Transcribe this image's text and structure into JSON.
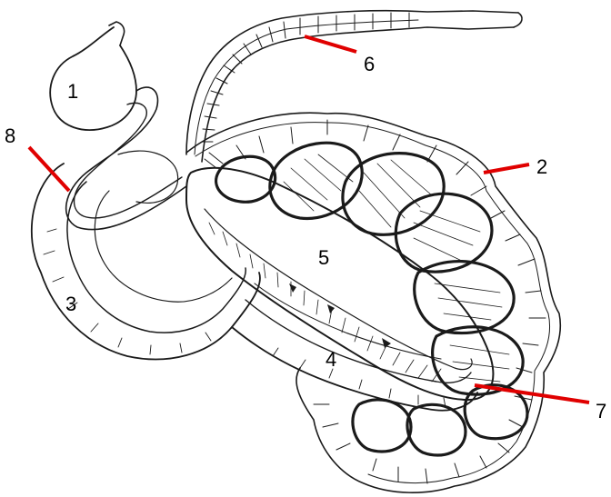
{
  "figure": {
    "background": "#ffffff",
    "ink_color": "#1a1a1a",
    "pointer_color": "#e00000",
    "labels": [
      {
        "id": "label-1",
        "text": "1"
      },
      {
        "id": "label-2",
        "text": "2"
      },
      {
        "id": "label-3",
        "text": "3"
      },
      {
        "id": "label-4",
        "text": "4"
      },
      {
        "id": "label-5",
        "text": "5"
      },
      {
        "id": "label-6",
        "text": "6"
      },
      {
        "id": "label-7",
        "text": "7"
      },
      {
        "id": "label-8",
        "text": "8"
      }
    ]
  }
}
